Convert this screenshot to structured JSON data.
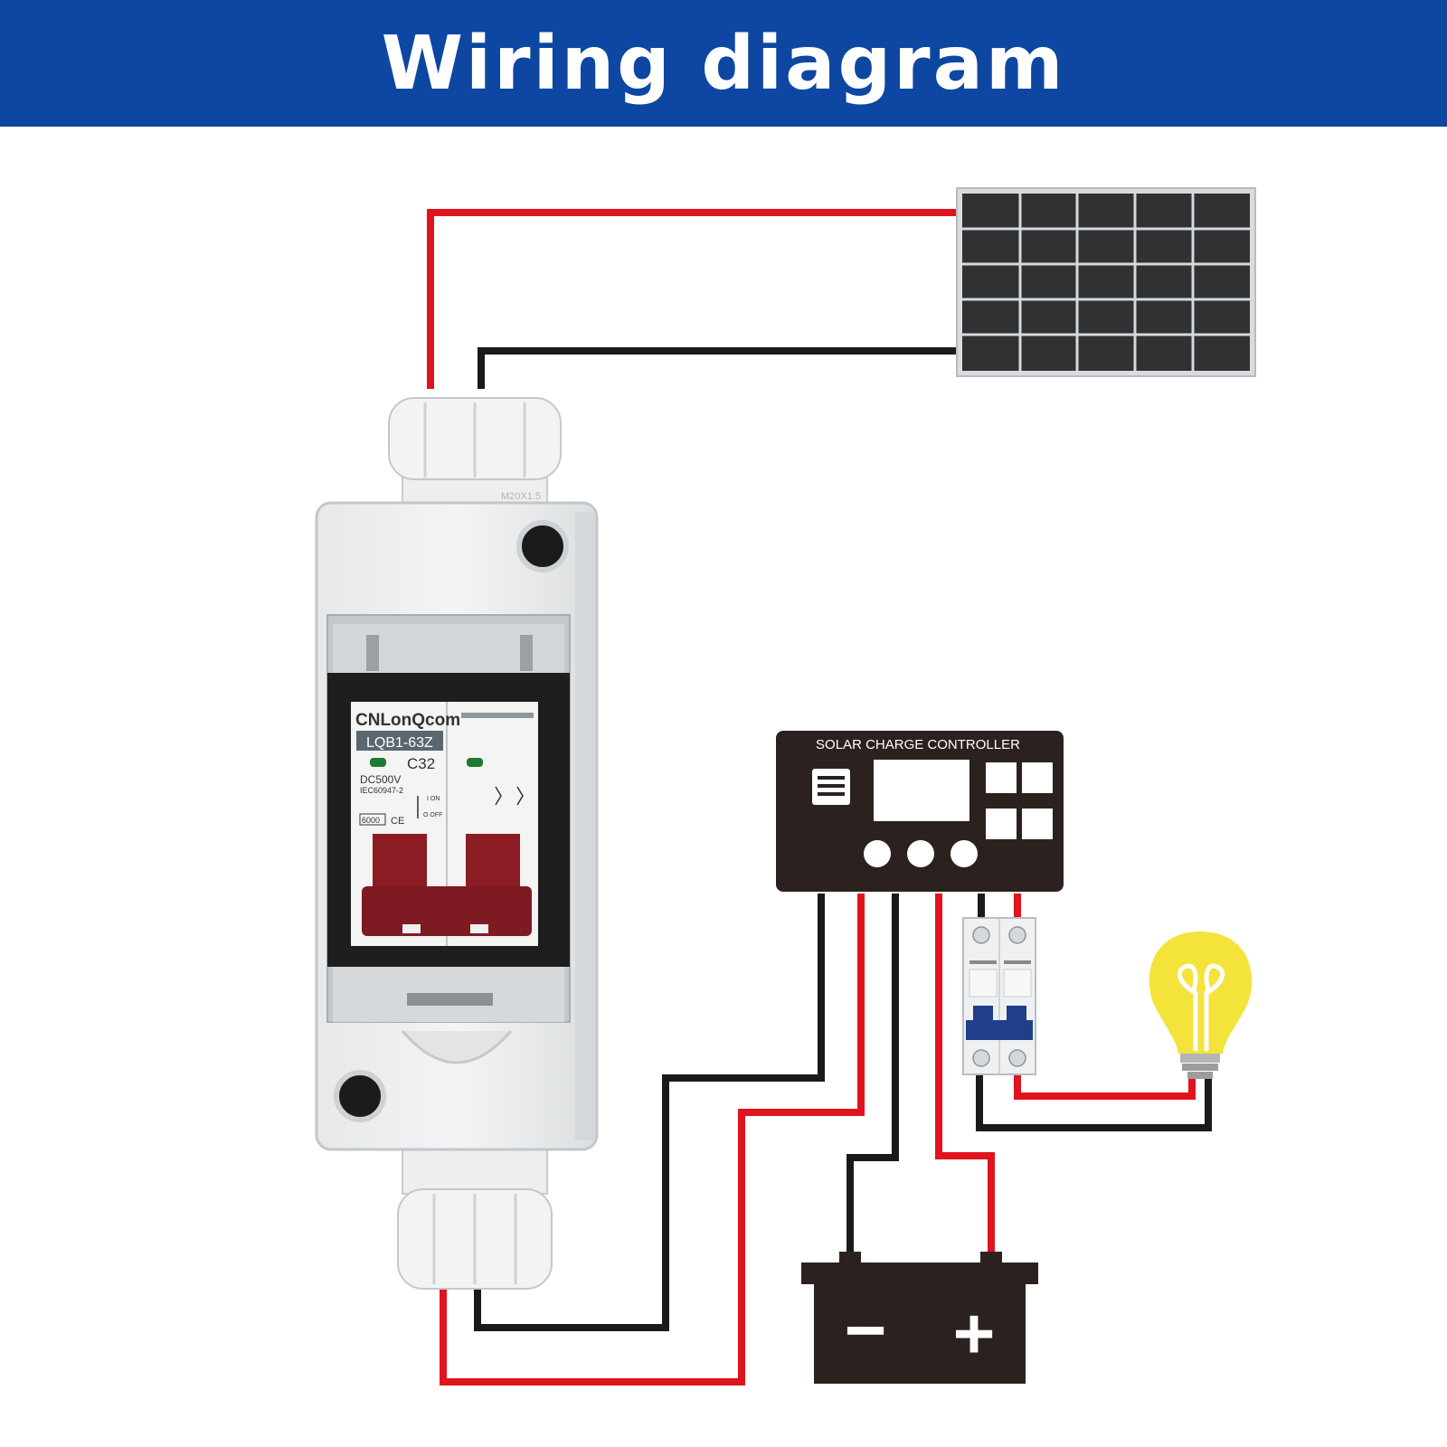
{
  "title": "Wiring diagram",
  "breaker": {
    "brand": "CNLonQcom",
    "model": "LQB1-63Z",
    "rating": "C32",
    "voltage": "DC500V",
    "standard": "IEC60947-2",
    "capacity": "6000",
    "on_label": "I ON",
    "off_label": "O OFF",
    "gland_size": "M20X1.5"
  },
  "controller": {
    "label": "SOLAR CHARGE CONTROLLER"
  },
  "battery": {
    "negative": "−",
    "positive": "+"
  },
  "colors": {
    "banner": "#0d47a1",
    "positive_wire": "#e0141e",
    "negative_wire": "#1a1a1a",
    "bulb": "#f4e33a"
  }
}
